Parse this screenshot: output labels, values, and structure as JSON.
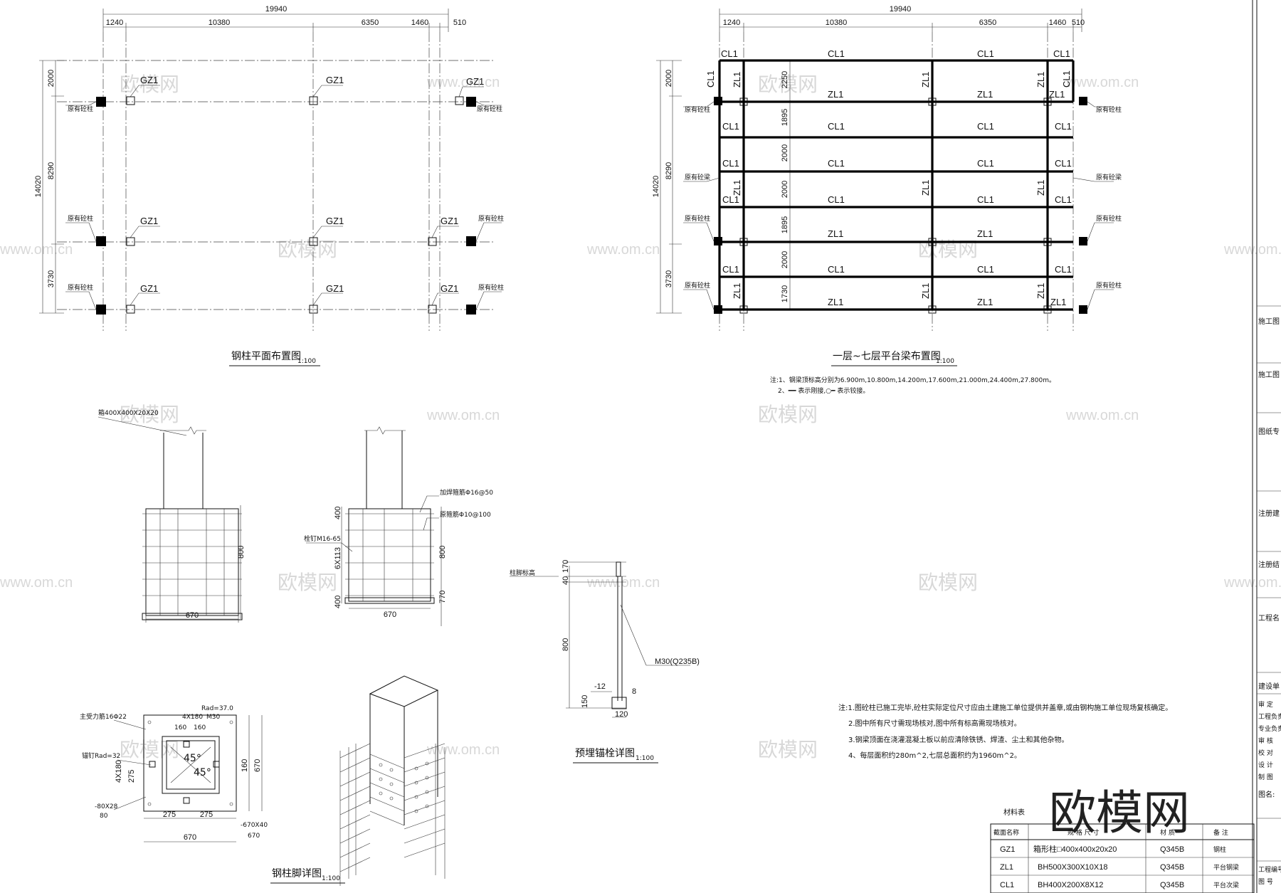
{
  "plan1": {
    "total_dim": "19940",
    "spans": [
      "1240",
      "10380",
      "6350",
      "1460",
      "510"
    ],
    "vdims": [
      "2000",
      "8290",
      "3730"
    ],
    "vtotal": "14020",
    "col_label": "GZ1",
    "existing_col": "原有砼柱",
    "title": "钢柱平面布置图",
    "scale": "1:100"
  },
  "plan2": {
    "total_dim": "19940",
    "spans": [
      "1240",
      "10380",
      "6350",
      "1460",
      "510"
    ],
    "vdims": [
      "2000",
      "8290",
      "3730"
    ],
    "vtotal": "14020",
    "inner_dims": [
      "2250",
      "1895",
      "2000",
      "2000",
      "1895",
      "2000",
      "1730"
    ],
    "cl": "CL1",
    "zl": "ZL1",
    "existing_col": "原有砼柱",
    "existing_beam": "原有砼梁",
    "title": "一层~七层平台梁布置图",
    "scale": "1:100",
    "note1": "注:1、钢梁顶标高分别为6.900m,10.800m,14.200m,17.600m,21.000m,24.400m,27.800m。",
    "note2": "2、━━ 表示刚接,○━ 表示铰接。"
  },
  "detail": {
    "steel_col": "箱400X400X20X20",
    "rebar_add": "加焊箍筋Φ16@50",
    "rebar_orig": "原箍筋Φ10@100",
    "anchor": "栓钉M16-65",
    "dim800": "800",
    "dim670": "670",
    "dim400": "400",
    "dim770": "770",
    "d6x113": "6X113",
    "title": "钢柱脚详图",
    "scale": "1:100",
    "main_rebar": "主受力筋16Φ22",
    "r37": "Rad=37.0",
    "x180": "4X180",
    "m30": "M30",
    "d160": "160",
    "angle": "45°",
    "rad32": "锚钉Rad=32",
    "plate1": "-80X28",
    "d80": "80",
    "d275": "275",
    "plate2": "-670X40"
  },
  "bolt": {
    "elev": "柱脚标高",
    "d170": "170",
    "d40": "40",
    "d800": "800",
    "spec": "M30(Q235B)",
    "d12": "-12",
    "d150": "150",
    "d120": "120",
    "d8": "8",
    "title": "预埋锚栓详图",
    "scale": "1:100"
  },
  "notes": [
    "注:1.图砼柱已施工完毕,砼柱实际定位尺寸应由土建施工单位提供并盖章,或由钢构施工单位现场复核确定。",
    "2.图中所有尺寸需现场核对,图中所有标高需现场核对。",
    "3.钢梁顶面在浇灌混凝土板以前应清除铁锈、焊渣、尘土和其他杂物。",
    "4、每层面积约280m^2,七层总面积约为1960m^2。"
  ],
  "material": {
    "title": "材料表",
    "headers": [
      "截面名称",
      "规 格 尺 寸",
      "材 质",
      "备 注"
    ],
    "rows": [
      [
        "GZ1",
        "箱形柱□400x400x20x20",
        "Q345B",
        "钢柱"
      ],
      [
        "ZL1",
        "BH500X300X10X18",
        "Q345B",
        "平台钢梁"
      ],
      [
        "CL1",
        "BH400X200X8X12",
        "Q345B",
        "平台次梁"
      ]
    ]
  },
  "title_block": {
    "items": [
      "施工图",
      "施工图",
      "图纸专",
      "注册建",
      "注册结",
      "工程名",
      "建设单"
    ],
    "rows": [
      "审 定",
      "工程负责",
      "专业负责",
      "审 核",
      "校 对",
      "设 计",
      "制 图"
    ],
    "drawing_name": "图名:",
    "bottom": [
      "工程编号",
      "图 号"
    ]
  },
  "watermark": {
    "cn": "欧模网",
    "url": "www.om.cn",
    "logo": "欧模网"
  }
}
